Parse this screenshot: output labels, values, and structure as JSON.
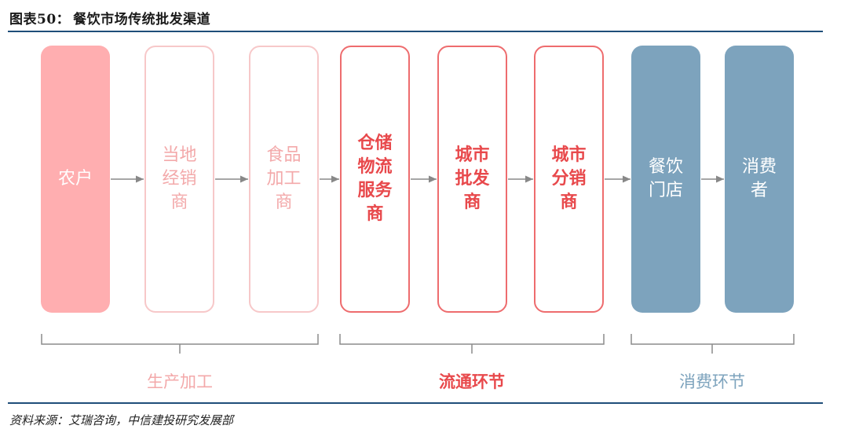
{
  "title": {
    "prefix": "图表50：",
    "text": "餐饮市场传统批发渠道"
  },
  "nodes": [
    {
      "id": "farmer",
      "label": "农户"
    },
    {
      "id": "local-dealer",
      "label": "当地\n经销\n商"
    },
    {
      "id": "food-processor",
      "label": "食品\n加工\n商"
    },
    {
      "id": "logistics",
      "label": "仓储\n物流\n服务\n商"
    },
    {
      "id": "city-wholesale",
      "label": "城市\n批发\n商"
    },
    {
      "id": "city-distributor",
      "label": "城市\n分销\n商"
    },
    {
      "id": "restaurant",
      "label": "餐饮\n门店"
    },
    {
      "id": "consumer",
      "label": "消费\n者"
    }
  ],
  "groups": [
    {
      "id": "production",
      "label": "生产加工"
    },
    {
      "id": "circulation",
      "label": "流通环节"
    },
    {
      "id": "consumption",
      "label": "消费环节"
    }
  ],
  "colors": {
    "production_fill": "#ffaeb0",
    "production_outline": "#f7c8c9",
    "circulation": "#e8494c",
    "consumption": "#7da3bd",
    "rule": "#1f4e79"
  },
  "source": "资料来源：艾瑞咨询，中信建投研究发展部"
}
